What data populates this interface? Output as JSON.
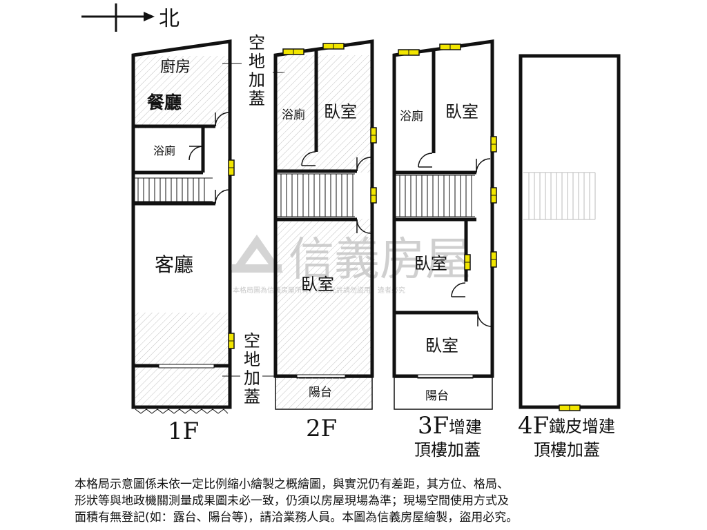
{
  "compass": {
    "north_label": "北"
  },
  "watermark": {
    "brand": "信義房屋",
    "notice": "本格局圖為信義房屋所有，未經允許請勿盜用，違者必究"
  },
  "floors": {
    "f1": {
      "label": "1F",
      "rooms": {
        "kitchen": "廚房",
        "dining": "餐廳",
        "bathroom": "浴廁",
        "living": "客廳"
      },
      "annex_top": "空地加蓋",
      "annex_bottom": "空地加蓋"
    },
    "f2": {
      "label": "2F",
      "rooms": {
        "bathroom": "浴廁",
        "bedroom_back": "臥室",
        "bedroom_front": "臥室",
        "balcony": "陽台"
      }
    },
    "f3": {
      "label": "3F",
      "note_line1": "增建",
      "note_line2": "頂樓加蓋",
      "rooms": {
        "bathroom": "浴廁",
        "bedroom_back": "臥室",
        "bedroom_mid": "臥室",
        "bedroom_front": "臥室",
        "balcony": "陽台"
      }
    },
    "f4": {
      "label": "4F",
      "note_line1": "鐵皮增建",
      "note_line2": "頂樓加蓋"
    }
  },
  "disclaimer": {
    "line1": "本格局示意圖係未依一定比例縮小繪製之概繪圖，與實況仍有差距，其方位、格局、",
    "line2": "形狀等與地政機關測量成果圖未必一致，仍須以房屋現場為準；現場空間使用方式及",
    "line3": "面積有無登記(如：露台、陽台等)，請洽業務人員。本圖為信義房屋繪製，盜用必究。"
  },
  "colors": {
    "wall": "#111111",
    "window": "#f2e600",
    "hatch": "#bdbdbd",
    "watermark": "#cfcfcf"
  }
}
